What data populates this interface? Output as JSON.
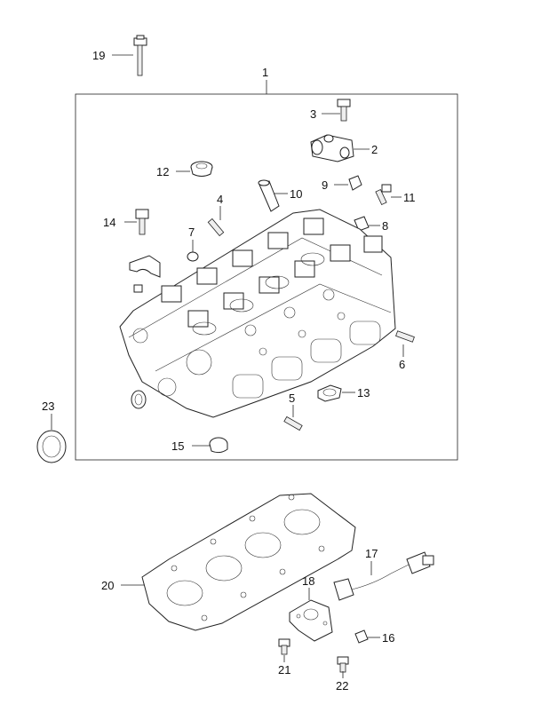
{
  "labels": {
    "p1": "1",
    "p2": "2",
    "p3": "3",
    "p4": "4",
    "p5": "5",
    "p6": "6",
    "p7": "7",
    "p8": "8",
    "p9": "9",
    "p10": "10",
    "p11": "11",
    "p12": "12",
    "p13": "13",
    "p14": "14",
    "p15": "15",
    "p16": "16",
    "p17": "17",
    "p18": "18",
    "p19": "19",
    "p20": "20",
    "p21": "21",
    "p22": "22",
    "p23": "23"
  }
}
